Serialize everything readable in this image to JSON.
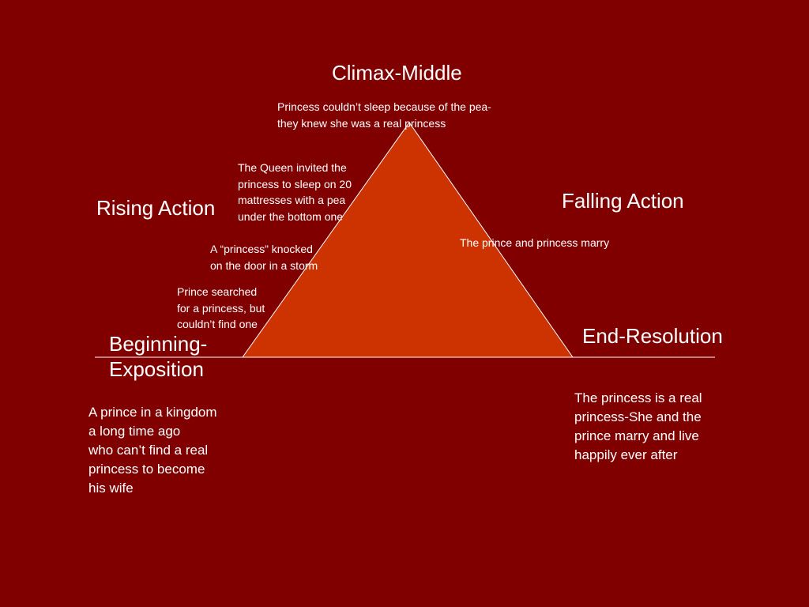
{
  "colors": {
    "background": "#800000",
    "triangle_fill": "#CC3300",
    "line": "#ffffff",
    "text": "#ffffff"
  },
  "headings": {
    "climax": "Climax-Middle",
    "rising": "Rising Action",
    "falling": "Falling Action",
    "beginning": "Beginning-\nExposition",
    "end": "End-Resolution"
  },
  "notes": {
    "climax": "Princess couldn’t sleep because of the pea-\nthey knew she was a real princess",
    "queen": "The Queen invited the\nprincess to sleep on 20\nmattresses with a pea\nunder the bottom one",
    "knocked": "A “princess” knocked\non the door in a storm",
    "searched": "Prince searched\nfor a princess, but\ncouldn’t find one",
    "marry": "The prince and princess marry",
    "exposition": "A prince in a kingdom\na long time ago\nwho can’t find a real\nprincess to become\nhis wife",
    "resolution": "The princess is a real\nprincess-She and the\nprince marry and live\nhappily ever after"
  }
}
